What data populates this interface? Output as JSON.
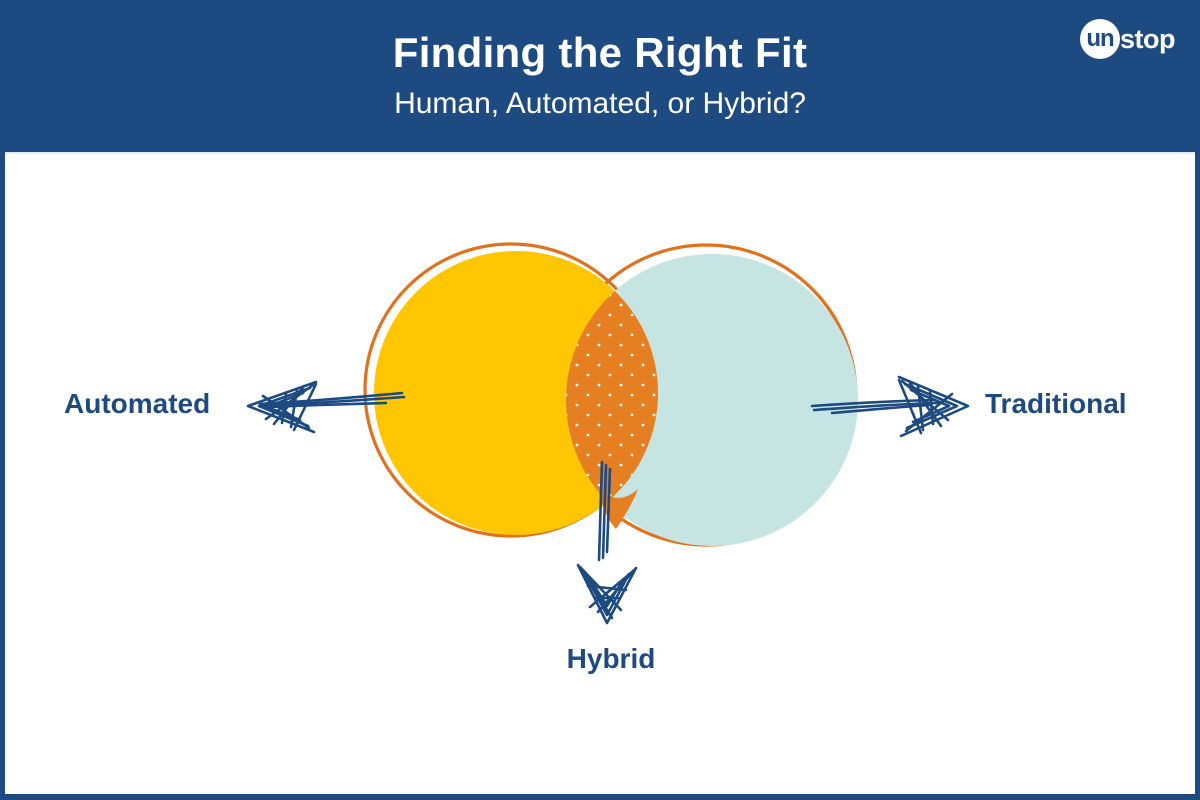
{
  "header": {
    "title": "Finding the Right Fit",
    "subtitle": "Human, Automated, or Hybrid?",
    "background_color": "#1D4A80",
    "text_color": "#FFFFFF",
    "logo": {
      "circle_text": "un",
      "suffix_text": "stop"
    }
  },
  "diagram": {
    "type": "venn",
    "left_circle": {
      "label": "Automated",
      "color": "#FFC601"
    },
    "right_circle": {
      "label": "Traditional",
      "color": "#C6E5E2"
    },
    "overlap": {
      "label": "Hybrid",
      "color": "#E67E22",
      "dot_color": "#FFFFFF"
    },
    "sketch_outline_color": "#E2711D",
    "arrow_color": "#1D4A80",
    "label_color": "#1D4A80"
  }
}
